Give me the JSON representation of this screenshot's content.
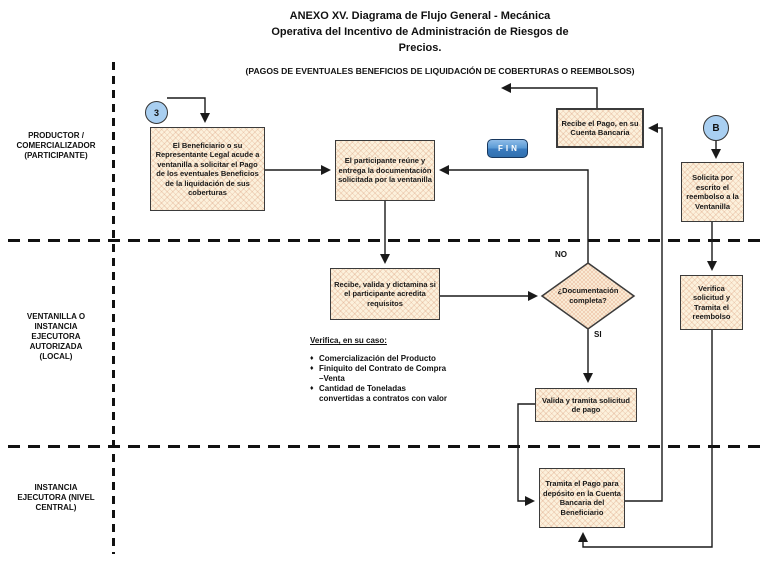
{
  "header": {
    "title_line1": "ANEXO XV. Diagrama de Flujo General - Mecánica",
    "title_line2": "Operativa del Incentivo de Administración de Riesgos de",
    "title_line3": "Precios.",
    "subtitle": "(PAGOS DE EVENTUALES BENEFICIOS DE LIQUIDACIÓN DE COBERTURAS O REEMBOLSOS)"
  },
  "lanes": {
    "producer": "PRODUCTOR / COMERCIALIZADOR (PARTICIPANTE)",
    "window": "VENTANILLA O INSTANCIA EJECUTORA AUTORIZADA (LOCAL)",
    "central": "INSTANCIA EJECUTORA (NIVEL CENTRAL)"
  },
  "flow": {
    "connector_3_label": "3",
    "beneficiario": "El Beneficiario o su Representante Legal acude a ventanilla a solicitar el Pago de los eventuales Beneficios de la liquidación de sus coberturas",
    "participante": "El participante reúne y entrega la documentación solicitada por la ventanilla",
    "fin_label": "FIN",
    "recibe_pago": "Recibe el Pago, en su Cuenta Bancaria",
    "connector_b_label": "B",
    "solicita_reembolso": "Solicita por escrito el reembolso a la Ventanilla",
    "recibe_valida": "Recibe, valida y dictamina si el participante acredita requisitos",
    "decision": "¿Documentación completa?",
    "no_label": "NO",
    "si_label": "SI",
    "valida_tramita": "Valida y tramita solicitud de pago",
    "verifica_reembolso": "Verifica solicitud y Tramita el reembolso",
    "tramita_pago": "Tramita el Pago para depósito en la Cuenta Bancaria del Beneficiario"
  },
  "note": {
    "title": "Verifica, en su caso:",
    "bullet_icon": "♦",
    "bullets": [
      "Comercialización del Producto",
      "Finiquito del Contrato de Compra –Venta",
      "Cantidad de Toneladas convertidas a contratos con valor"
    ]
  },
  "colors": {
    "box_fill": "#FCF1DC",
    "hatch": "#D69472",
    "connector_circle": "#A9CFF1",
    "fin_blue": "#5B9BD5",
    "line": "#1a1a1a"
  }
}
